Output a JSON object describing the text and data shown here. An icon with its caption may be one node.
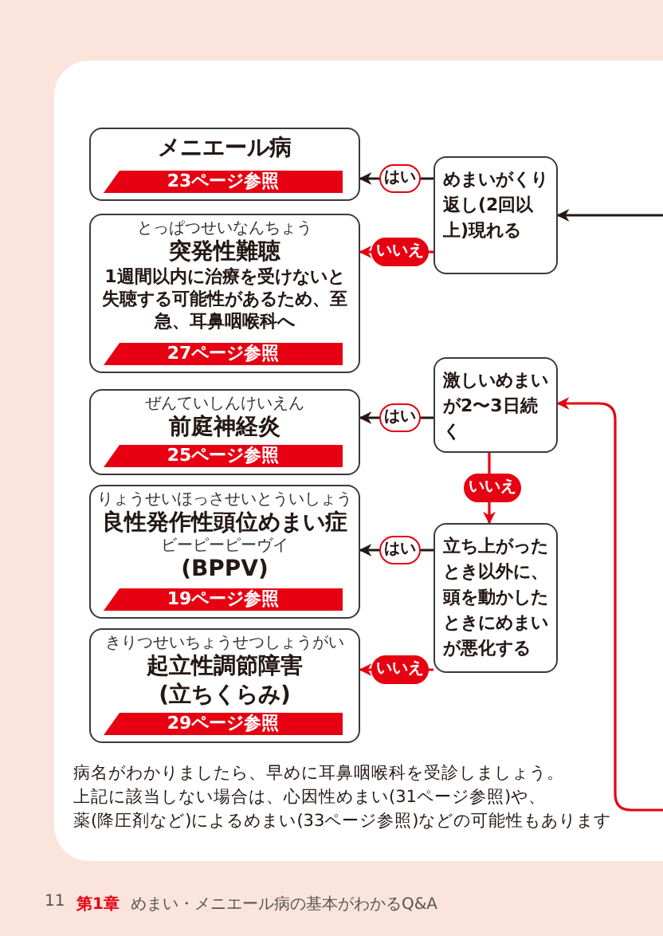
{
  "diagram": {
    "nodes": [
      {
        "text": [
          "メニエール病",
          "23ページ参照"
        ]
      },
      {
        "text": [
          "とっぱつせいなんちょう",
          "突発性難聴",
          "1週間以内に治療を受けないと失聴する可能性があるため、至急、耳鼻咽喉科へ",
          "27ページ参照"
        ]
      },
      {
        "text": [
          "めまいがくり返し(2回以上)現れる"
        ]
      },
      {
        "text": [
          "ぜんていしんけいえん",
          "前庭神経炎",
          "25ページ参照"
        ]
      },
      {
        "text": [
          "激しいめまいが2〜3日続く"
        ]
      },
      {
        "text": [
          "りょうせいほっさせいとういしょう",
          "良性発作性頭位めまい症",
          "ビーピーピーヴイ",
          "(BPPV)",
          "19ページ参照"
        ]
      },
      {
        "text": [
          "立ち上がったとき以外に、頭を動かしたときにめまいが悪化する"
        ]
      },
      {
        "text": [
          "きりつせいちょうせつしょうがい",
          "起立性調節障害",
          "(立ちくらみ)",
          "29ページ参照"
        ]
      }
    ],
    "edges": [
      {
        "from": null,
        "to": 2,
        "arrow": "to"
      },
      {
        "from": 2,
        "to": 0,
        "arrow": "to",
        "label": "はい"
      },
      {
        "from": 2,
        "to": 1,
        "arrow": "to",
        "label": "いいえ",
        "color": "#e60012"
      },
      {
        "from": null,
        "to": 4,
        "arrow": "to",
        "color": "#e60012"
      },
      {
        "from": 4,
        "to": 3,
        "arrow": "to",
        "label": "はい"
      },
      {
        "from": 4,
        "to": 6,
        "arrow": "to",
        "label": "いいえ",
        "color": "#e60012"
      },
      {
        "from": 6,
        "to": 5,
        "arrow": "to",
        "label": "はい"
      },
      {
        "from": 6,
        "to": 7,
        "arrow": "to",
        "label": "いいえ",
        "color": "#e60012"
      }
    ],
    "labels": [
      "病名がわかりましたら、早めに耳鼻咽喉科を受診しましょう。",
      "上記に該当しない場合は、心因性めまい(31ページ参照)や、",
      "薬(降圧剤など)によるめまい(33ページ参照)などの可能性もあります",
      "11",
      "第1章",
      "めまい・メニエール病の基本がわかるQ&A"
    ]
  }
}
